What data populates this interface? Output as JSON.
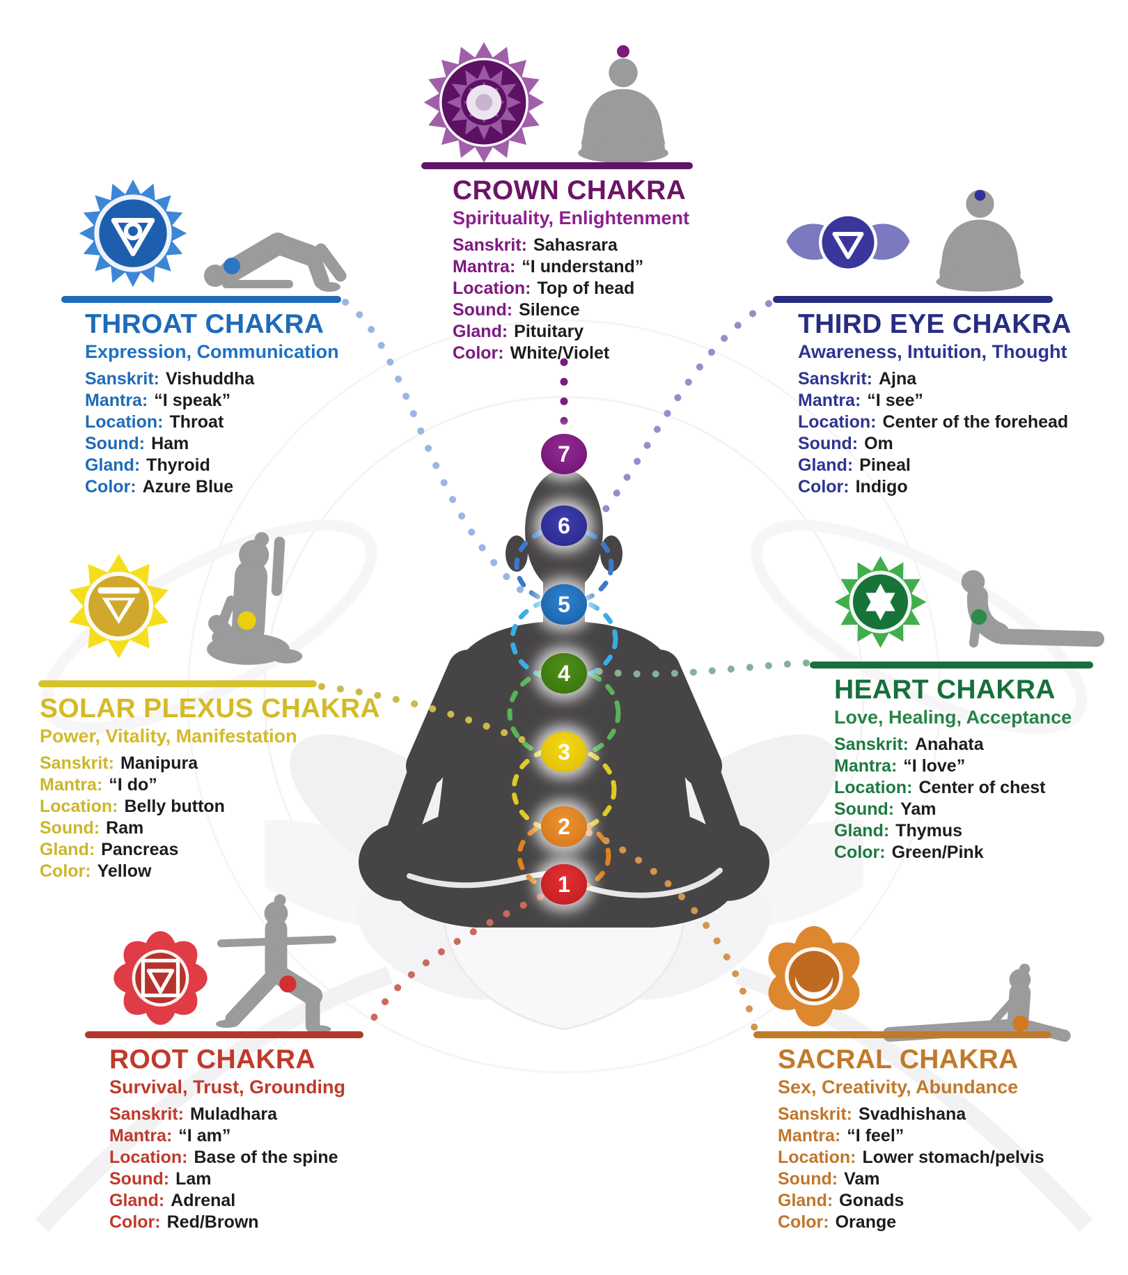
{
  "field_labels": {
    "sanskrit": "Sanskrit:",
    "mantra": "Mantra:",
    "location": "Location:",
    "sound": "Sound:",
    "gland": "Gland:",
    "color": "Color:"
  },
  "sections": {
    "crown": {
      "title": "CROWN CHAKRA",
      "subtitle": "Spirituality, Enlightenment",
      "sanskrit": "Sahasrara",
      "mantra": "“I understand”",
      "location": "Top of head",
      "sound": "Silence",
      "gland": "Pituitary",
      "color": "White/Violet",
      "number": "7",
      "accent": "#6b1566"
    },
    "throat": {
      "title": "THROAT CHAKRA",
      "subtitle": "Expression, Communication",
      "sanskrit": "Vishuddha",
      "mantra": "“I speak”",
      "location": "Throat",
      "sound": "Ham",
      "gland": "Thyroid",
      "color": "Azure Blue",
      "number": "5",
      "accent": "#1e6bb8"
    },
    "third_eye": {
      "title": "THIRD EYE CHAKRA",
      "subtitle": "Awareness, Intuition, Thought",
      "sanskrit": "Ajna",
      "mantra": "“I see”",
      "location": "Center of the forehead",
      "sound": "Om",
      "gland": "Pineal",
      "color": "Indigo",
      "number": "6",
      "accent": "#272d80"
    },
    "solar_plexus": {
      "title": "SOLAR PLEXUS CHAKRA",
      "subtitle": "Power, Vitality, Manifestation",
      "sanskrit": "Manipura",
      "mantra": "“I do”",
      "location": "Belly button",
      "sound": "Ram",
      "gland": "Pancreas",
      "color": "Yellow",
      "number": "3",
      "accent": "#d4ba27"
    },
    "heart": {
      "title": "HEART CHAKRA",
      "subtitle": "Love, Healing, Acceptance",
      "sanskrit": "Anahata",
      "mantra": "“I love”",
      "location": "Center of chest",
      "sound": "Yam",
      "gland": "Thymus",
      "color": "Green/Pink",
      "number": "4",
      "accent": "#17703b"
    },
    "root": {
      "title": "ROOT CHAKRA",
      "subtitle": "Survival, Trust, Grounding",
      "sanskrit": "Muladhara",
      "mantra": "“I am”",
      "location": "Base of the spine",
      "sound": "Lam",
      "gland": "Adrenal",
      "color": "Red/Brown",
      "number": "1",
      "accent": "#bf3a2b"
    },
    "sacral": {
      "title": "SACRAL CHAKRA",
      "subtitle": "Sex, Creativity, Abundance",
      "sanskrit": "Svadhishana",
      "mantra": "“I feel”",
      "location": "Lower stomach/pelvis",
      "sound": "Vam",
      "gland": "Gonads",
      "color": "Orange",
      "number": "2",
      "accent": "#c07a2b"
    }
  },
  "center_figure": {
    "numbers": [
      "7",
      "6",
      "5",
      "4",
      "3",
      "2",
      "1"
    ],
    "circle_colors": {
      "7": "#7a1b7d",
      "6": "#312f9b",
      "5": "#1d6fbd",
      "4": "#40780f",
      "3": "#e8cf0e",
      "2": "#df7f20",
      "1": "#cf1f26"
    }
  }
}
